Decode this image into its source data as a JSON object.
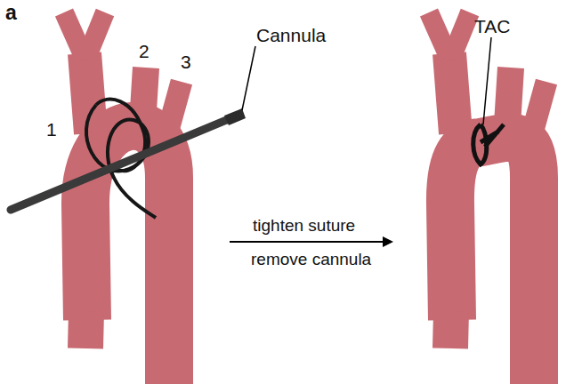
{
  "diagram": {
    "labels": [
      "a",
      "1",
      "2",
      "3",
      "Cannula",
      "tighten suture",
      "remove cannula",
      "TAC"
    ]
  }
}
